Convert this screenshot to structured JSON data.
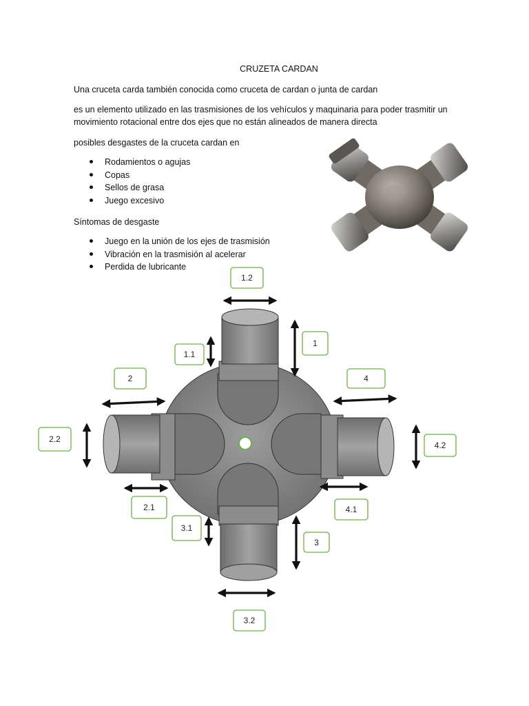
{
  "document": {
    "title": "CRUZETA CARDAN",
    "intro": "Una cruceta carda también conocida como cruceta de cardan o junta de cardan",
    "description_line1": "es un elemento utilizado en las trasmisiones de los vehículos y maquinaria para poder trasmitir un",
    "description_line2": "movimiento rotacional entre dos ejes que no están alineados de manera directa",
    "wear_heading": "posibles desgastes de la cruceta cardan en",
    "wear_items": [
      "Rodamientos o agujas",
      "Copas",
      "Sellos de grasa",
      "Juego excesivo"
    ],
    "symptoms_heading": "Síntomas de desgaste",
    "symptom_items": [
      "Juego en la unión de los ejes de trasmisión",
      "Vibración en la trasmisión al acelerar",
      "Perdida de lubricante"
    ]
  },
  "diagram": {
    "labels": {
      "l1": "1",
      "l1_1": "1.1",
      "l1_2": "1.2",
      "l2": "2",
      "l2_1": "2.1",
      "l2_2": "2.2",
      "l3": "3",
      "l3_1": "3.1",
      "l3_2": "3.2",
      "l4": "4",
      "l4_1": "4.1",
      "l4_2": "4.2"
    },
    "colors": {
      "label_border": "#6ab04c",
      "body": "#8a8a8a",
      "arrow": "#111111"
    }
  }
}
